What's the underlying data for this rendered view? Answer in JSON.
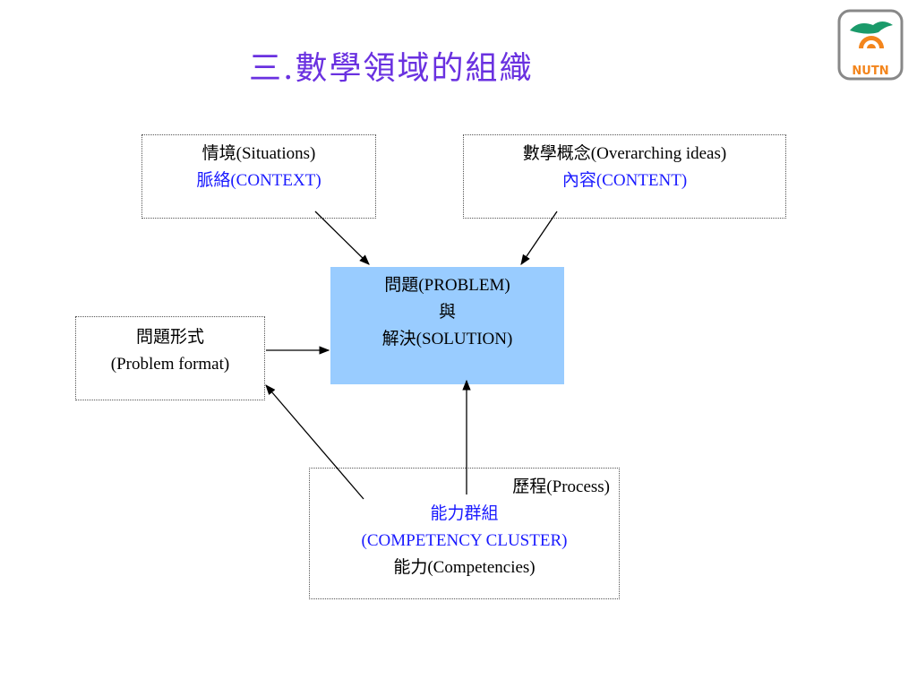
{
  "slide": {
    "title": "三.數學領域的組織"
  },
  "logo": {
    "text": "NUTN",
    "icon": "nutn-logo-icon"
  },
  "boxes": {
    "context": {
      "line1": "情境(Situations)",
      "line2": "脈絡(CONTEXT)"
    },
    "content": {
      "line1": "數學概念(Overarching ideas)",
      "line2": "內容(CONTENT)"
    },
    "problem": {
      "line1": "問題(PROBLEM)",
      "line2": "與",
      "line3": "解決(SOLUTION)"
    },
    "format": {
      "line1": "問題形式",
      "line2": "(Problem format)"
    },
    "competency": {
      "line1": "歷程(Process)",
      "line2": "能力群組",
      "line3": "(COMPETENCY CLUSTER)",
      "line4": "能力(Competencies)"
    }
  },
  "colors": {
    "title": "#6a31e0",
    "highlight_text": "#1a1aff",
    "problem_fill": "#99ccff",
    "logo_accent": "#f3851c",
    "logo_green": "#1a9a6a"
  }
}
